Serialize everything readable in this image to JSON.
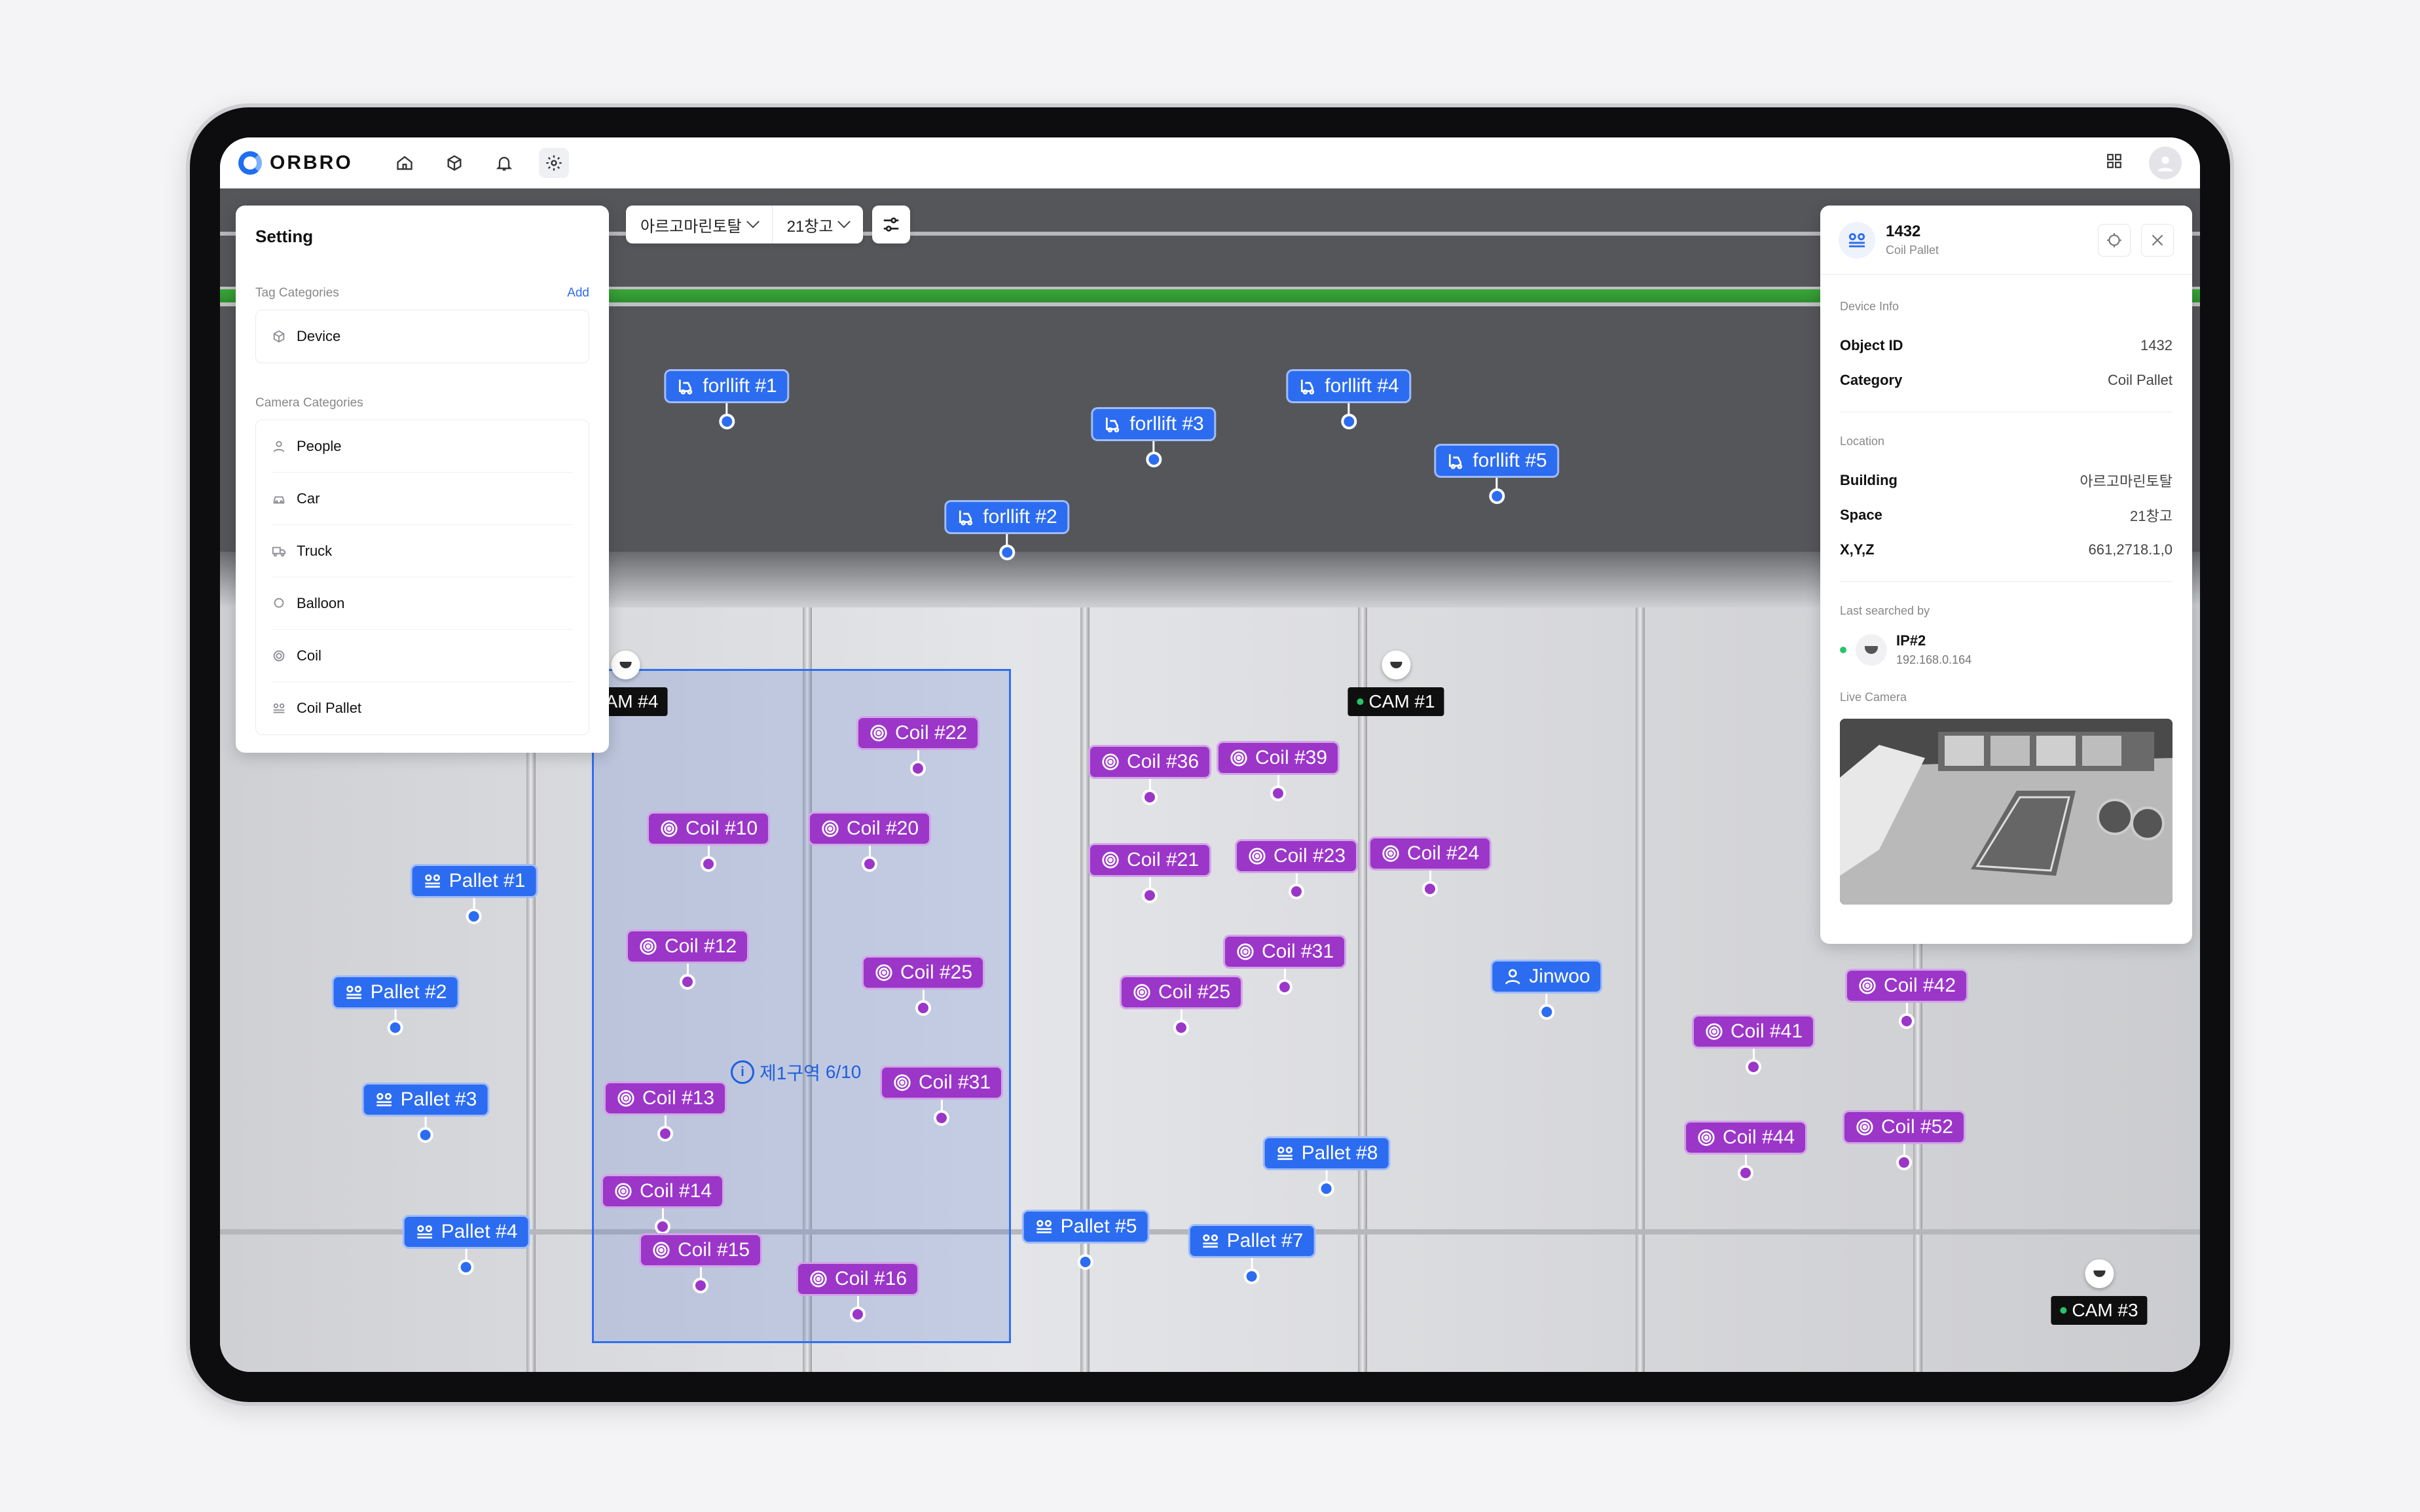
{
  "app": {
    "logo": "ORBRO"
  },
  "filters": {
    "building": "아르고마린토탈",
    "space": "21창고"
  },
  "settings": {
    "title": "Setting",
    "tag_section": "Tag Categories",
    "add_label": "Add",
    "tag_items": [
      {
        "label": "Device",
        "icon": "cube-icon"
      }
    ],
    "camera_section": "Camera Categories",
    "camera_items": [
      {
        "label": "People",
        "icon": "person-icon"
      },
      {
        "label": "Car",
        "icon": "car-icon"
      },
      {
        "label": "Truck",
        "icon": "truck-icon"
      },
      {
        "label": "Balloon",
        "icon": "balloon-icon"
      },
      {
        "label": "Coil",
        "icon": "coil-icon"
      },
      {
        "label": "Coil Pallet",
        "icon": "pallet-icon"
      }
    ]
  },
  "detail": {
    "title": "1432",
    "subtitle": "Coil Pallet",
    "device_info_label": "Device Info",
    "object_id_label": "Object ID",
    "object_id": "1432",
    "category_label": "Category",
    "category": "Coil Pallet",
    "location_label": "Location",
    "building_label": "Building",
    "building": "아르고마린토탈",
    "space_label": "Space",
    "space": "21창고",
    "xyz_label": "X,Y,Z",
    "xyz": "661,2718.1,0",
    "last_searched_label": "Last searched by",
    "searcher_name": "IP#2",
    "searcher_ip": "192.168.0.164",
    "live_camera_label": "Live Camera"
  },
  "zone": {
    "name": "제1구역",
    "count": "6/10"
  },
  "forklifts": [
    "forllift #1",
    "forllift #2",
    "forllift #3",
    "forllift #4",
    "forllift #5"
  ],
  "pallets": [
    "Pallet #1",
    "Pallet #2",
    "Pallet #3",
    "Pallet #4",
    "Pallet #5",
    "Pallet #7",
    "Pallet #8"
  ],
  "coils": [
    "Coil #10",
    "Coil #12",
    "Coil #13",
    "Coil #14",
    "Coil #15",
    "Coil #16",
    "Coil #20",
    "Coil #22",
    "Coil #25",
    "Coil #31",
    "Coil #36",
    "Coil #39",
    "Coil #21",
    "Coil #23",
    "Coil #24",
    "Coil #31",
    "Coil #25",
    "Coil #41",
    "Coil #42",
    "Coil #44",
    "Coil #52"
  ],
  "person": "Jinwoo",
  "cameras": [
    "AM #4",
    "CAM #1",
    "CAM #3"
  ],
  "colors": {
    "tag_blue": "#2c6cf0",
    "tag_purple": "#9b36c9",
    "zone": "#2f6ff0",
    "status_green": "#29c46a"
  }
}
